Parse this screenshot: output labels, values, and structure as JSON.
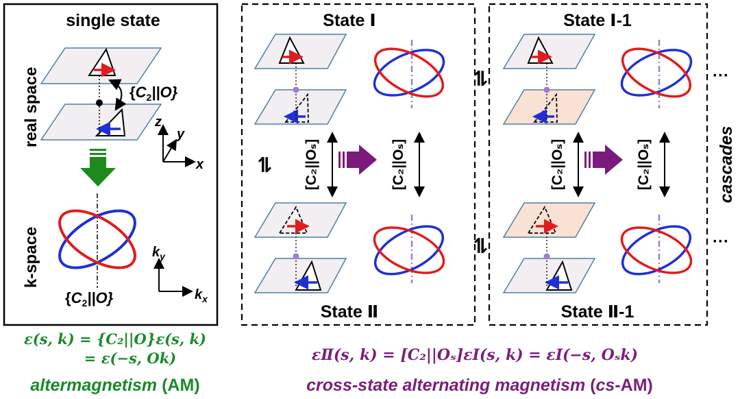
{
  "colors": {
    "red": "#e01c1c",
    "blue": "#1f2fd6",
    "green": "#1c8a1c",
    "purple": "#7a1a7a",
    "plane_fill": "#f2eef1",
    "plane_fill_peach": "#f9e1d4",
    "plane_stroke": "#4e7fa0",
    "dashed_purple": "#a07bd1"
  },
  "left_panel": {
    "title": "single state",
    "real_space_label": "real space",
    "k_space_label": "k-space",
    "op_label_top_open": "{",
    "op_label_top_c": "C",
    "op_label_top_sub": "2",
    "op_label_top_rest": "||O}",
    "op_label_bottom_open": "{",
    "op_label_bottom_c": "C",
    "op_label_bottom_sub": "2",
    "op_label_bottom_rest": "||O}",
    "axis_x": "x",
    "axis_y": "y",
    "axis_z": "z",
    "axis_kx": "k",
    "axis_kx_sub": "x",
    "axis_ky": "k",
    "axis_ky_sub": "y"
  },
  "state_box_1": {
    "top_label": "State Ⅰ",
    "bottom_label": "State Ⅱ",
    "op_label_1": "[C₂||Oₛ]",
    "op_label_2": "[C₂||Oₛ]"
  },
  "state_box_2": {
    "top_label": "State Ⅰ-1",
    "bottom_label": "State Ⅱ-1",
    "op_label_1": "[C₂||Oₛ]",
    "op_label_2": "[C₂||Oₛ]"
  },
  "side": {
    "cascades": "cascades",
    "ellipsis_top": "···",
    "ellipsis_bottom": "···",
    "equilibrium": "⇌"
  },
  "equations": {
    "am_line1": "ε(s, k) = {C₂||O}ε(s, k)",
    "am_line2": "= ε(−s, Ok)",
    "csam": "εⅡ(s, k) = [C₂||Oₛ]εⅠ(s, k) = εⅠ(−s, Oₛk)"
  },
  "captions": {
    "am_italic": "altermagnetism",
    "am_abbr": "(AM)",
    "csam_italic": "cross-state alternating magnetism",
    "csam_abbr_open": "(",
    "csam_abbr_cs": "cs",
    "csam_abbr_rest": "-AM)"
  }
}
